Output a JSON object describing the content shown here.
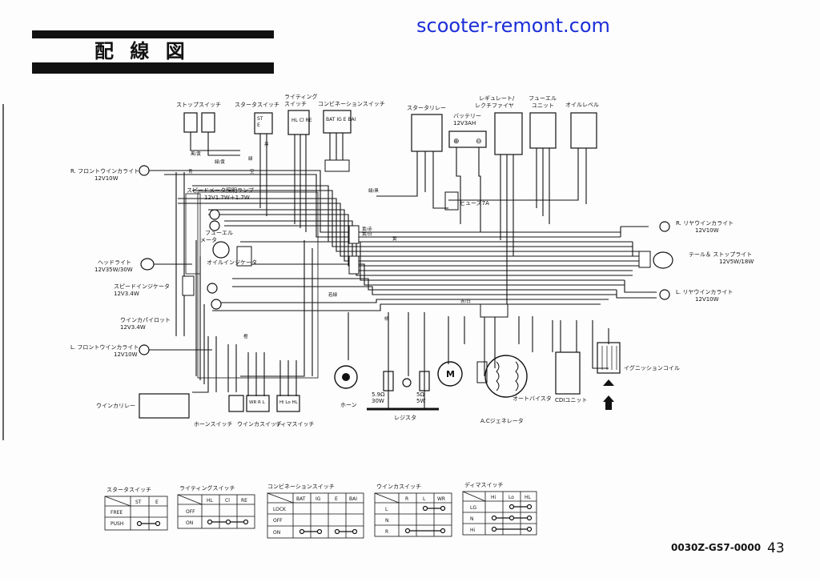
{
  "header": {
    "title": "配 線 図",
    "watermark": "scooter-remont.com"
  },
  "footer": {
    "part_number": "0030Z-GS7-0000",
    "page_number": "43"
  },
  "components": {
    "stop_switch": "ストップスイッチ",
    "starter_switch": "スタータスイッチ",
    "lighting_switch_line1": "ライティング",
    "lighting_switch_line2": "スイッチ",
    "combination_switch": "コンビネーションスイッチ",
    "starter_relay": "スタータリレー",
    "battery": "バッテリー",
    "battery_spec": "12V3AH",
    "regulator_line1": "レギュレート/",
    "regulator_line2": "レクチファイヤ",
    "fuel_unit_line1": "フューエル",
    "fuel_unit_line2": "ユニット",
    "oil_level": "オイルレベル",
    "r_front_winker": "R. フロントウインカライト",
    "r_front_winker_spec": "12V10W",
    "speedo_lamp": "スピードメータ照明ランプ",
    "speedo_lamp_spec": "12V1.7W＋1.7W",
    "fuel_meter_line1": "フューエル",
    "fuel_meter_line2": "メータ",
    "oil_indicator": "オイルインジケータ",
    "headlight": "ヘッドライト",
    "headlight_spec": "12V35W/30W",
    "speed_indicator": "スピードインジケータ",
    "speed_indicator_spec": "12V3.4W",
    "winker_pilot": "ウインカパイロット",
    "winker_pilot_spec": "12V3.4W",
    "l_front_winker": "L. フロントウインカライト",
    "l_front_winker_spec": "12V10W",
    "winker_relay": "ウインカリレー",
    "horn_switch": "ホーンスイッチ",
    "winker_switch": "ウインカスイッチ",
    "dimmer_switch": "ディマスイッチ",
    "horn": "ホーン",
    "resistor": "レジスタ",
    "resistor_spec_a_line1": "5.9Ω",
    "resistor_spec_a_line2": "30W",
    "resistor_spec_b_line1": "5Ω",
    "resistor_spec_b_line2": "5W",
    "fuse": "ヒューズ7A",
    "ac_generator": "A.Cジェネレータ",
    "auto_bystarter": "オートバイスタ",
    "cdi_unit": "CDIユニット",
    "ignition_coil": "イグニッションコイル",
    "r_rear_winker": "R. リヤウインカライト",
    "r_rear_winker_spec": "12V10W",
    "tail_stop_light": "テール＆ ストップライト",
    "tail_stop_spec": "12V5W/18W",
    "l_rear_winker": "L. リヤウインカライト",
    "l_rear_winker_spec": "12V10W",
    "motor": "M"
  },
  "wire_colors": {
    "black_yellow": "黒/黄",
    "green_yellow": "緑/黄",
    "black": "黒",
    "green": "緑",
    "yellow_red": "黄/赤",
    "yellow_white": "黄/白",
    "blue": "青",
    "light_blue": "空",
    "orange": "橙",
    "red_white": "赤/白",
    "yellow": "黄",
    "light_green": "若緑",
    "pink": "桃",
    "green_black": "緑/黒"
  },
  "switch_tables": [
    {
      "title": "スタータスイッチ",
      "headers": [
        "ST",
        "E"
      ],
      "rows": [
        "FREE",
        "PUSH"
      ]
    },
    {
      "title": "ライティングスイッチ",
      "headers": [
        "HL",
        "Cl",
        "RE"
      ],
      "rows": [
        "OFF",
        "ON"
      ]
    },
    {
      "title": "コンビネーションスイッチ",
      "headers": [
        "BAT",
        "IG",
        "E",
        "BAI"
      ],
      "rows": [
        "LOCK",
        "OFF",
        "ON"
      ]
    },
    {
      "title": "ウインカスイッチ",
      "headers": [
        "R",
        "L",
        "WR"
      ],
      "rows": [
        "L",
        "N",
        "R"
      ]
    },
    {
      "title": "ディマスイッチ",
      "headers": [
        "Hi",
        "Lo",
        "HL"
      ],
      "rows": [
        "LG",
        "N",
        "Hi"
      ]
    }
  ]
}
